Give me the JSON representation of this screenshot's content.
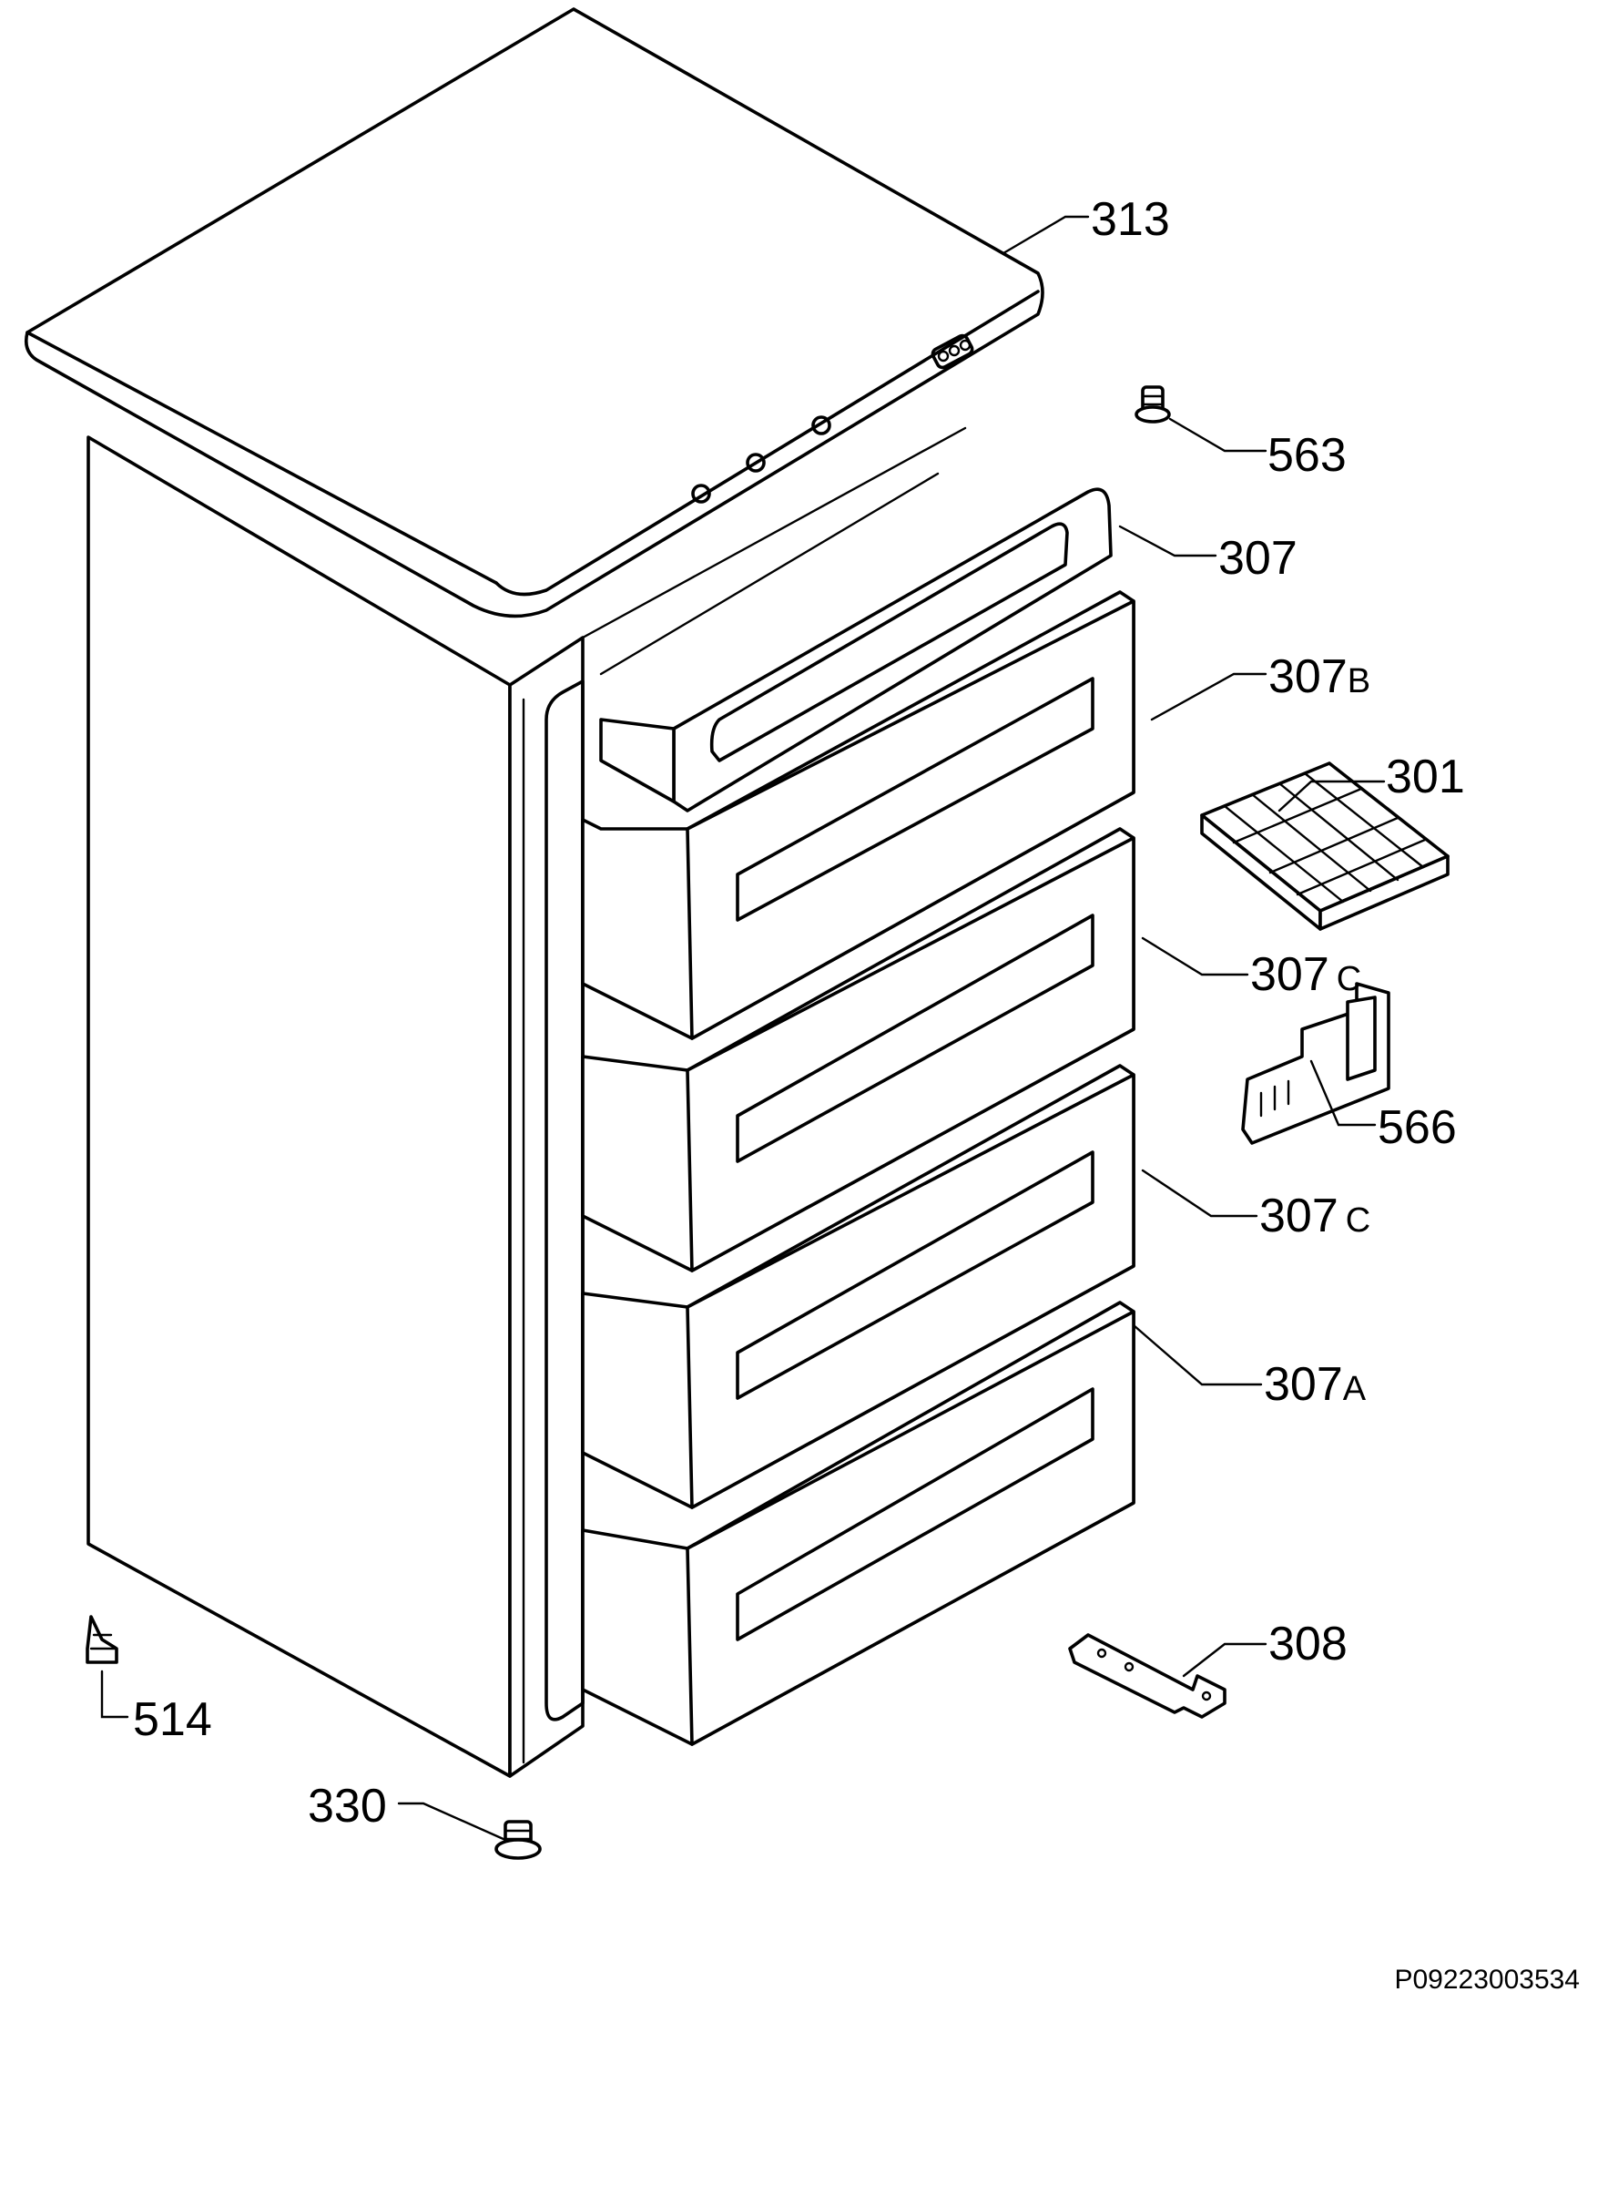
{
  "parts": [
    {
      "id": "p313",
      "number": "313",
      "suffix": ""
    },
    {
      "id": "p563",
      "number": "563",
      "suffix": ""
    },
    {
      "id": "p307",
      "number": "307",
      "suffix": ""
    },
    {
      "id": "p307b",
      "number": "307",
      "suffix": "B"
    },
    {
      "id": "p301",
      "number": "301",
      "suffix": ""
    },
    {
      "id": "p307c1",
      "number": "307",
      "suffix": "C"
    },
    {
      "id": "p566",
      "number": "566",
      "suffix": ""
    },
    {
      "id": "p307c2",
      "number": "307",
      "suffix": "C"
    },
    {
      "id": "p307a",
      "number": "307",
      "suffix": "A"
    },
    {
      "id": "p308",
      "number": "308",
      "suffix": ""
    },
    {
      "id": "p514",
      "number": "514",
      "suffix": ""
    },
    {
      "id": "p330",
      "number": "330",
      "suffix": ""
    }
  ],
  "drawing_code": "P09223003534"
}
